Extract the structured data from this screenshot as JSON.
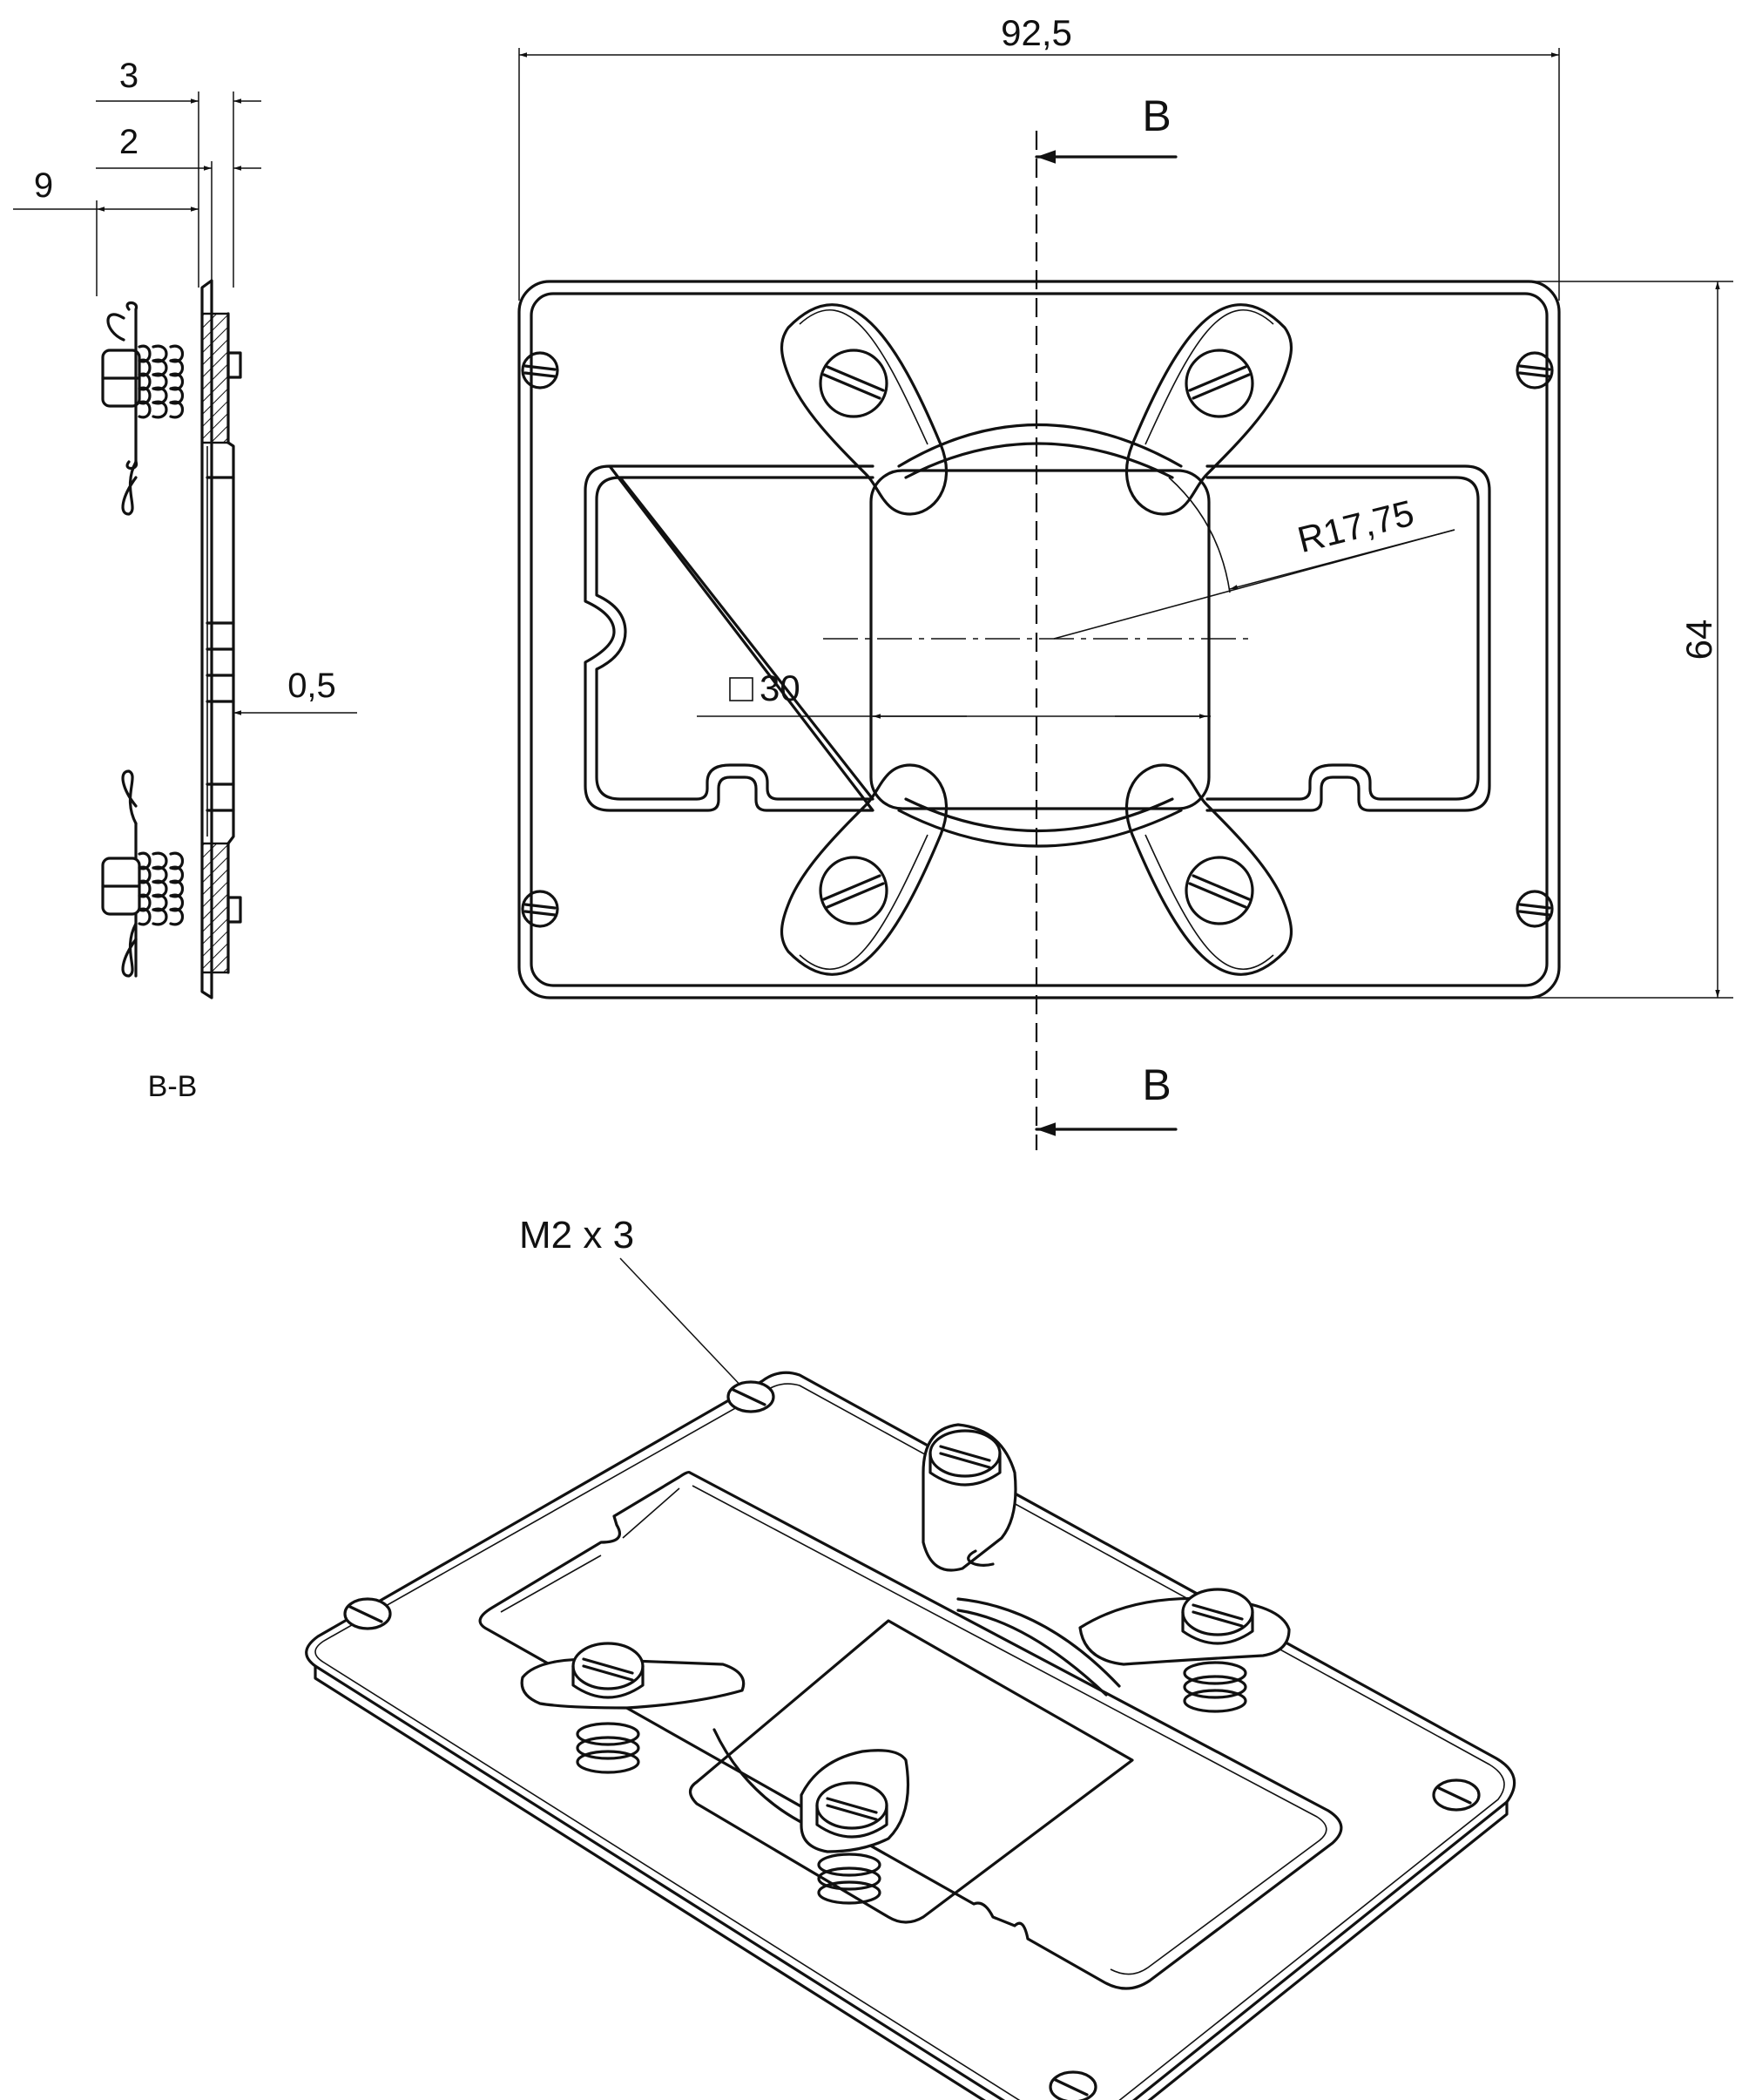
{
  "section_label": "B-B",
  "section_marks": [
    "B",
    "B"
  ],
  "dimensions": {
    "width": "92,5",
    "height": "64",
    "radius": "R17,75",
    "square": "30",
    "side_3": "3",
    "side_2": "2",
    "side_9": "9",
    "side_05": "0,5"
  },
  "callout": {
    "screw": "M2 x 3"
  }
}
